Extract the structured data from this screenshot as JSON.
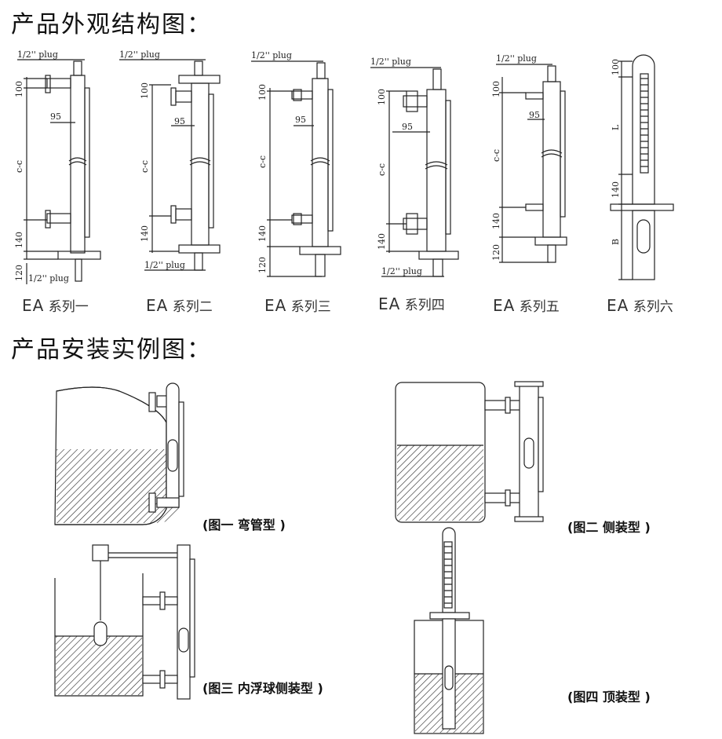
{
  "headings": {
    "structure": "产品外观结构图：",
    "install": "产品安装实例图："
  },
  "dims": {
    "plug": "1/2'' plug",
    "d100": "100",
    "d95": "95",
    "cc": "c-c",
    "d140": "140",
    "d120": "120",
    "L": "L",
    "B": "B"
  },
  "series": [
    {
      "ea": "EA",
      "name": "系列一"
    },
    {
      "ea": "EA",
      "name": "系列二"
    },
    {
      "ea": "EA",
      "name": "系列三"
    },
    {
      "ea": "EA",
      "name": "系列四"
    },
    {
      "ea": "EA",
      "name": "系列五"
    },
    {
      "ea": "EA",
      "name": "系列六"
    }
  ],
  "captions": {
    "fig1": "(图一 弯管型 )",
    "fig2": "(图二 侧装型 )",
    "fig3": "(图三 内浮球侧装型 )",
    "fig4": "(图四 顶装型 )"
  }
}
